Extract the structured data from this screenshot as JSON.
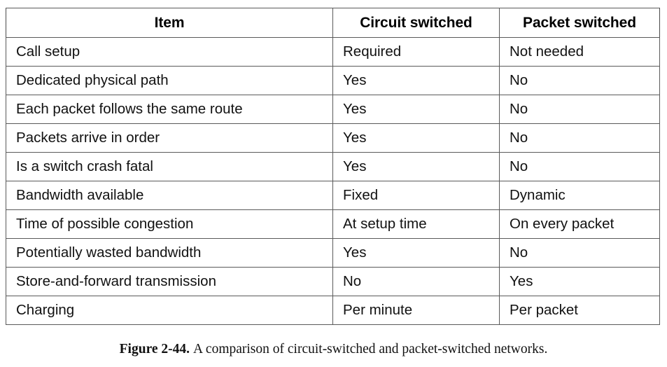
{
  "table": {
    "columns": [
      "Item",
      "Circuit switched",
      "Packet switched"
    ],
    "rows": [
      {
        "item": "Call setup",
        "circuit": "Required",
        "packet": "Not needed"
      },
      {
        "item": "Dedicated physical path",
        "circuit": "Yes",
        "packet": "No"
      },
      {
        "item": "Each packet follows the same route",
        "circuit": "Yes",
        "packet": "No"
      },
      {
        "item": "Packets arrive in order",
        "circuit": "Yes",
        "packet": "No"
      },
      {
        "item": "Is a switch crash fatal",
        "circuit": "Yes",
        "packet": "No"
      },
      {
        "item": "Bandwidth available",
        "circuit": "Fixed",
        "packet": "Dynamic"
      },
      {
        "item": "Time of possible congestion",
        "circuit": "At setup time",
        "packet": "On every packet"
      },
      {
        "item": "Potentially wasted bandwidth",
        "circuit": "Yes",
        "packet": "No"
      },
      {
        "item": "Store-and-forward transmission",
        "circuit": "No",
        "packet": "Yes"
      },
      {
        "item": "Charging",
        "circuit": "Per minute",
        "packet": "Per packet"
      }
    ]
  },
  "caption": {
    "label": "Figure 2-44.",
    "text": "A comparison of circuit-switched and packet-switched networks."
  },
  "colors": {
    "page_background": "#ffffff",
    "text": "#111111",
    "border": "#5a5a5a",
    "outer_border": "#4a4a4a"
  }
}
